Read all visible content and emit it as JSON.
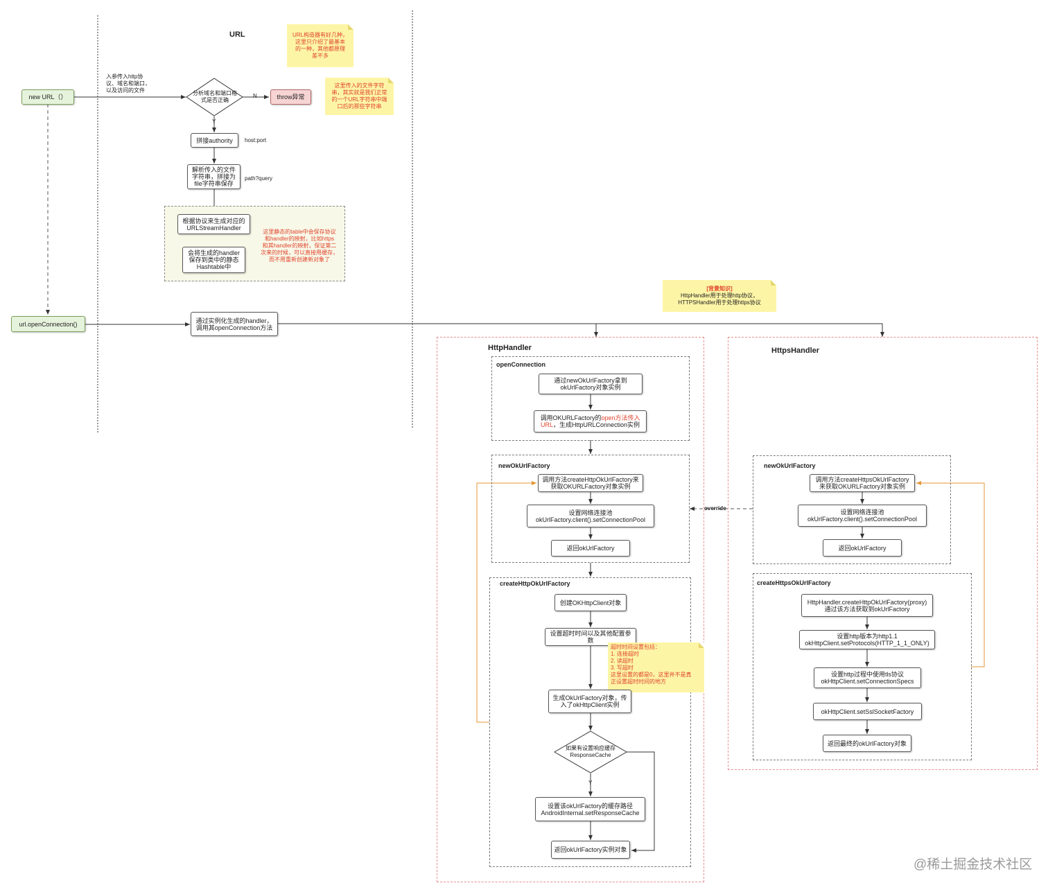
{
  "url_section": {
    "title": "URL",
    "new_url": "new URL（）",
    "input_note": "入参传入http协\n议、域名和端口，\n以及访问的文件",
    "check_diamond": "分析域名和端口格\n式是否正确",
    "no_label": "N",
    "yes_label": "Y",
    "throw": "throw异常",
    "build_authority": "拼接authority",
    "host_port": "host:port",
    "parse_file": "解析传入的文件\n字符串，拼接为\nfile字符串保存",
    "path_query": "path?query",
    "gen_handler": "根据协议来生成对应的\nURLStreamHandler",
    "save_handler": "会将生成的handler\n保存到类中的静态\nHashtable中",
    "table_note": "这里静态的table中会保存协议\n和handler的映射，比如https\n和其handler的映射，保证第二\n次来的时候，可以直接用缓存，\n而不用重新创建新对象了",
    "sticky1": "URL构造器有好几种，\n这里只介绍了最基本\n的一种，其他都原理\n差不多",
    "sticky2": "这里传入的文件字符\n串，其实就是我们正常\n的一个URL字符串中端\n口后的那些字符串",
    "open_connection": "url.openConnection()",
    "call_handler": "通过实例化生成的handler，\n调用其openConnection方法"
  },
  "background_note": {
    "title": "[背景知识]",
    "body": "HttpHandler用于处理http协议，\nHTTPSHandler用于处理https协议"
  },
  "http_handler": {
    "title": "HttpHandler",
    "open_connection_group": "openConnection",
    "get_factory": "通过newOkUrlFactory拿到\nokUrlFactory对象实例",
    "call_open_prefix": "调用OKURLFactory的",
    "call_open_highlight": "open方法传入\nURL",
    "call_open_suffix": "，生成HttpURLConnection实例",
    "new_factory_group": "newOkUrlFactory",
    "call_create": "调用方法createHttpOkUrlFactory来\n获取OKURLFactory对象实例",
    "set_pool": "设置网络连接池\nokUrlFactory.client().setConnectionPool",
    "return_factory": "返回okUrlFactory",
    "create_group": "createHttpOkUrlFactory",
    "create_client": "创建OKHttpClient对象",
    "set_timeout": "设置超时时间以及其他配置参数",
    "timeout_note": "超时时间设置包括：\n1. 连接超时\n2. 读超时\n3. 写超时\n这里设置的都是0，这里并不是真\n正设置超时时间的地方",
    "gen_factory": "生成OkUrlFactory对象，传\n入了okHttpClient实例",
    "cache_diamond": "如果有设置响应缓存\nResponseCache",
    "yes_label": "Y",
    "set_cache": "设置该okUrlFactory的缓存路径\nAndroidInternal.setResponseCache",
    "return_instance": "返回okUrlFactory实例对象"
  },
  "https_handler": {
    "title": "HttpsHandler",
    "override": "override",
    "new_factory_group": "newOkUrlFactory",
    "call_create": "调用方法createHttpsOkUrlFactory\n来获取OKURLFactory对象实例",
    "set_pool": "设置网络连接池\nokUrlFactory.client().setConnectionPool",
    "return_factory": "返回okUrlFactory",
    "create_group": "createHttpsOkUrlFactory",
    "via_http": "HttpHandler.createHttpOkUrlFactory(proxy)\n通过该方法获取到okUrlFactory",
    "set_protocols": "设置http版本为http1.1\nokHttpClient.setProtocols(HTTP_1_1_ONLY)",
    "set_specs": "设置http过程中使用tls协议\nokHttpClient.setConnectionSpecs",
    "set_ssl": "okHttpClient.setSslSocketFactory",
    "return_final": "返回最终的okUrlFactory对象"
  },
  "watermark": "@稀土掘金技术社区"
}
